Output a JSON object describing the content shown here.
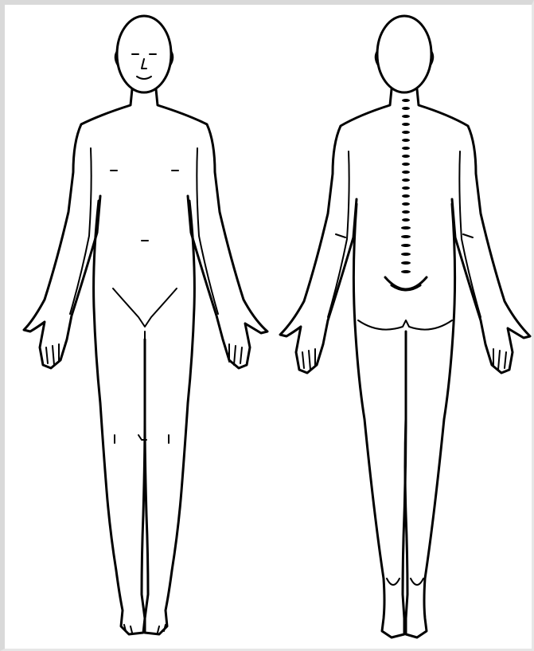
{
  "diagram": {
    "type": "body-outline-chart",
    "views": [
      "front-view",
      "back-view"
    ],
    "line_color": "#000000",
    "background_color": "#ffffff",
    "frame_color": "#d9d9d9"
  }
}
